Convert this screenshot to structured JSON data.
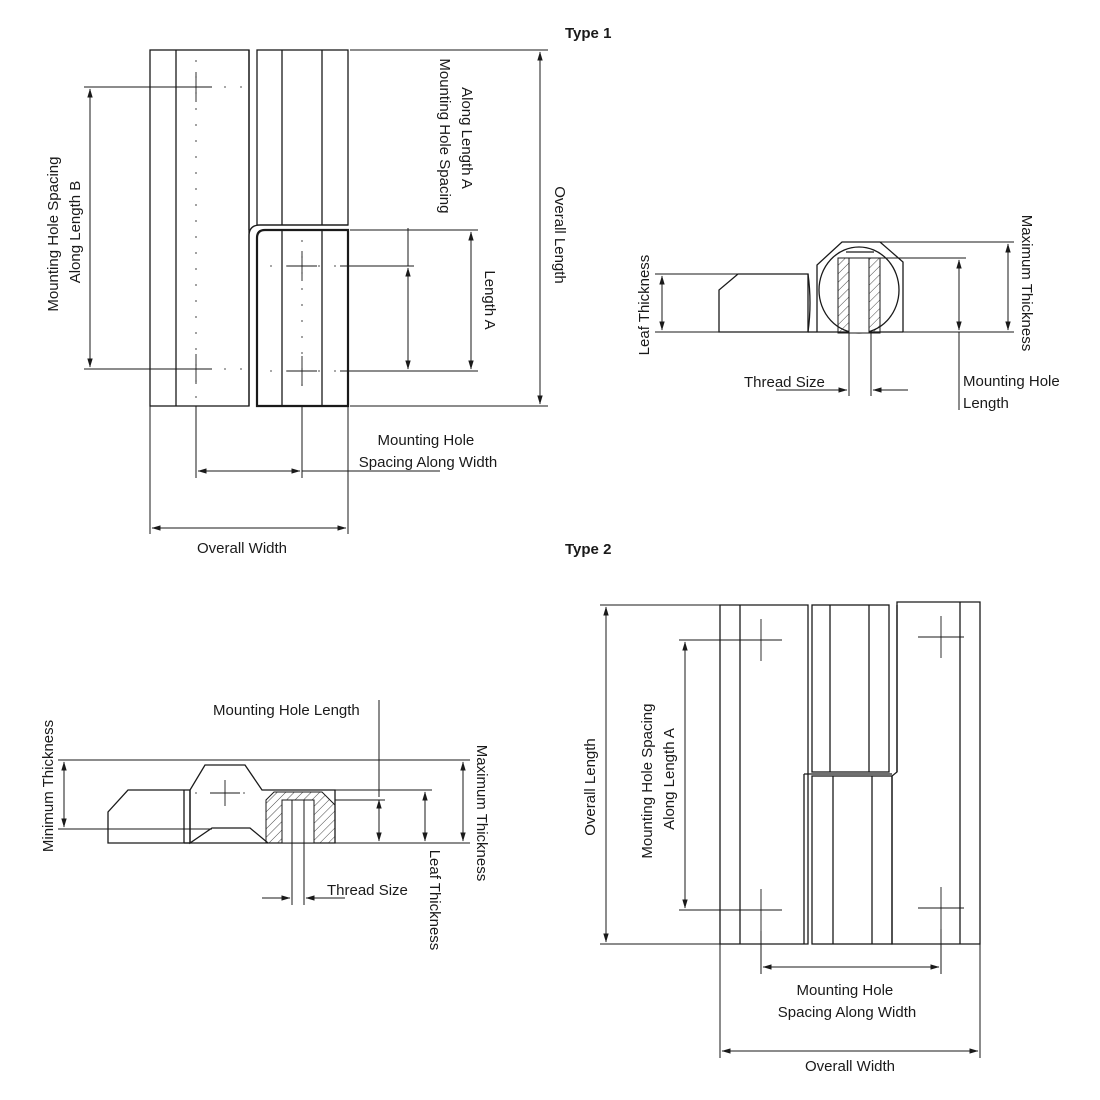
{
  "type1": {
    "title": "Type 1",
    "front": {
      "spacing_length_b": [
        "Mounting Hole Spacing",
        "Along Length B"
      ],
      "spacing_length_a": [
        "Mounting Hole Spacing",
        "Along Length A"
      ],
      "overall_length": "Overall Length",
      "length_a": "Length A",
      "spacing_width": [
        "Mounting Hole",
        "Spacing Along Width"
      ],
      "overall_width": "Overall Width"
    },
    "side": {
      "leaf_thickness": "Leaf Thickness",
      "maximum_thickness": "Maximum Thickness",
      "thread_size": "Thread Size",
      "mounting_hole_length": [
        "Mounting Hole",
        "Length"
      ]
    }
  },
  "type2": {
    "title": "Type 2",
    "side": {
      "mounting_hole_length": "Mounting Hole Length",
      "minimum_thickness": "Minimum Thickness",
      "maximum_thickness": "Maximum Thickness",
      "thread_size": "Thread Size",
      "leaf_thickness": "Leaf Thickness"
    },
    "front": {
      "overall_length": "Overall Length",
      "spacing_length_a": [
        "Mounting Hole Spacing",
        "Along Length A"
      ],
      "spacing_width": [
        "Mounting Hole",
        "Spacing Along Width"
      ],
      "overall_width": "Overall Width"
    }
  }
}
